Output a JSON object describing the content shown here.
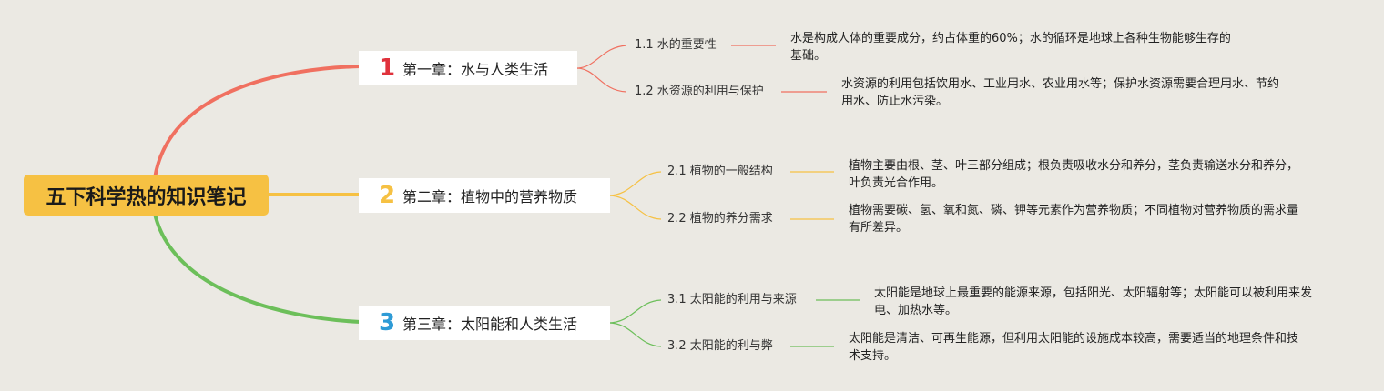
{
  "root": {
    "title": "五下科学热的知识笔记"
  },
  "colors": {
    "chapter1": "#f07060",
    "chapter2": "#f6c143",
    "chapter3": "#6cbf5a",
    "num1": "#e0323c",
    "num2": "#f6c143",
    "num3": "#2e9bd6"
  },
  "chapters": [
    {
      "number": "1",
      "title": "第一章：水与人类生活",
      "subtopics": [
        {
          "label": "1.1 水的重要性",
          "desc": "水是构成人体的重要成分，约占体重的60%；水的循环是地球上各种生物能够生存的基础。"
        },
        {
          "label": "1.2 水资源的利用与保护",
          "desc": "水资源的利用包括饮用水、工业用水、农业用水等；保护水资源需要合理用水、节约用水、防止水污染。"
        }
      ]
    },
    {
      "number": "2",
      "title": "第二章：植物中的营养物质",
      "subtopics": [
        {
          "label": "2.1 植物的一般结构",
          "desc": "植物主要由根、茎、叶三部分组成；根负责吸收水分和养分，茎负责输送水分和养分，叶负责光合作用。"
        },
        {
          "label": "2.2 植物的养分需求",
          "desc": "植物需要碳、氢、氧和氮、磷、钾等元素作为营养物质；不同植物对营养物质的需求量有所差异。"
        }
      ]
    },
    {
      "number": "3",
      "title": "第三章：太阳能和人类生活",
      "subtopics": [
        {
          "label": "3.1 太阳能的利用与来源",
          "desc": "太阳能是地球上最重要的能源来源，包括阳光、太阳辐射等；太阳能可以被利用来发电、加热水等。"
        },
        {
          "label": "3.2 太阳能的利与弊",
          "desc": "太阳能是清洁、可再生能源，但利用太阳能的设施成本较高，需要适当的地理条件和技术支持。"
        }
      ]
    }
  ]
}
